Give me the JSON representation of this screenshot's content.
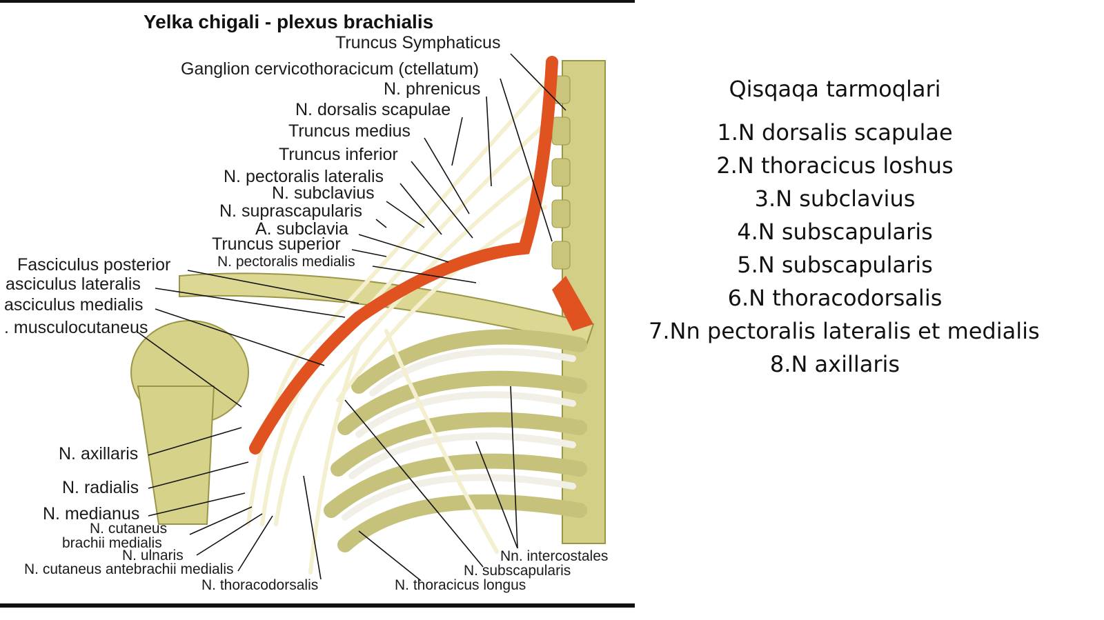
{
  "figure": {
    "title": "Yelka chigali - plexus brachialis",
    "labels": [
      "Truncus Symphaticus",
      "Ganglion cervicothoracicum (ctellatum)",
      "N. phrenicus",
      "N. dorsalis scapulae",
      "Truncus medius",
      "Truncus inferior",
      "N. pectoralis lateralis",
      "N. subclavius",
      "N. suprascapularis",
      "A. subclavia",
      "Truncus superior",
      "N. pectoralis medialis",
      "Fasciculus posterior",
      "asciculus lateralis",
      "asciculus medialis",
      ". musculocutaneus",
      "N. axillaris",
      "N. radialis",
      "N. medianus",
      "N. cutaneus",
      "brachii medialis",
      "N. ulnaris",
      "N. cutaneus antebrachii medialis",
      "N. thoracodorsalis",
      "Nn. intercostales",
      "N. subscapularis",
      "N. thoracicus longus"
    ]
  },
  "panel": {
    "heading": "Qisqaqa  tarmoqlari",
    "items": [
      "1.N dorsalis scapulae",
      "2.N thoracicus loshus",
      "3.N subclavius",
      "4.N subscapularis",
      "5.N subscapularis",
      "6.N thoracodorsalis",
      "7.Nn pectoralis lateralis et medialis",
      "8.N axillaris"
    ]
  },
  "colors": {
    "bone": "#d6d28a",
    "bone_shadow": "#a9a552",
    "artery": "#e0521f",
    "nerve": "#f3efcf",
    "frame": "#111111"
  }
}
